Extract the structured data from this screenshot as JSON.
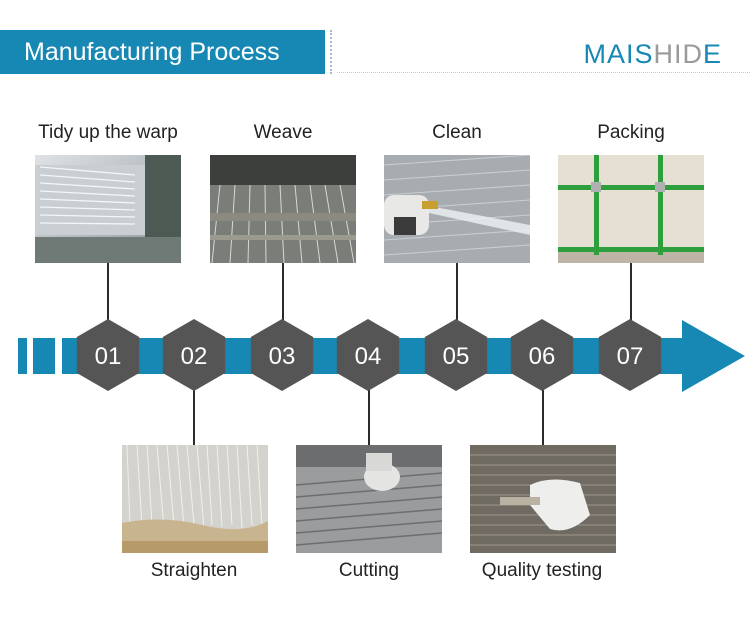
{
  "header": {
    "title": "Manufacturing Process"
  },
  "brand": {
    "part1": "MAIS",
    "part2": "HID",
    "part3": "E"
  },
  "steps": [
    {
      "number": "01",
      "label": "Tidy up the warp"
    },
    {
      "number": "02",
      "label": "Straighten"
    },
    {
      "number": "03",
      "label": "Weave"
    },
    {
      "number": "04",
      "label": "Cutting"
    },
    {
      "number": "05",
      "label": "Clean"
    },
    {
      "number": "06",
      "label": "Quality testing"
    },
    {
      "number": "07",
      "label": "Packing"
    }
  ],
  "colors": {
    "accent": "#1788b4",
    "hexagon": "#555555",
    "brand_gray": "#9a9a9a"
  }
}
